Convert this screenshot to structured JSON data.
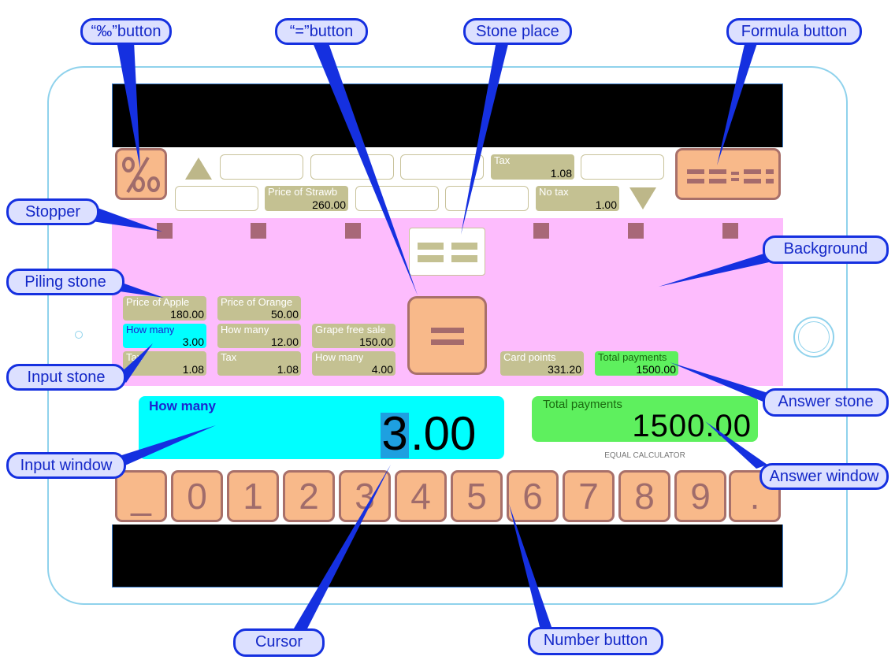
{
  "colors": {
    "accent": "#1530e0",
    "background_band": "#fdbcfd",
    "stone": "#c4c192",
    "input_stone": "#00ffff",
    "answer_stone": "#5ef05e",
    "button": "#f8b98a"
  },
  "icons": {
    "percent_mille": "per-mille-icon",
    "formula": "formula-icon",
    "equals": "equals-icon",
    "up": "triangle-up-icon",
    "down": "triangle-down-icon"
  },
  "formula_bar": {
    "row1": [
      {
        "label": "",
        "value": ""
      },
      {
        "label": "",
        "value": ""
      },
      {
        "label": "",
        "value": ""
      },
      {
        "label": "Tax",
        "value": "1.08"
      },
      {
        "label": "",
        "value": ""
      }
    ],
    "row2": [
      {
        "label": "",
        "value": ""
      },
      {
        "label": "Price of Strawb",
        "value": "260.00"
      },
      {
        "label": "",
        "value": ""
      },
      {
        "label": "",
        "value": ""
      },
      {
        "label": "No tax",
        "value": "1.00"
      }
    ]
  },
  "stones": {
    "col1": [
      {
        "label": "Price of Apple",
        "value": "180.00"
      },
      {
        "label": "How many",
        "value": "3.00"
      },
      {
        "label": "Tax",
        "value": "1.08"
      }
    ],
    "col2": [
      {
        "label": "Price of Orange",
        "value": "50.00"
      },
      {
        "label": "How many",
        "value": "12.00"
      },
      {
        "label": "Tax",
        "value": "1.08"
      }
    ],
    "col3": [
      {
        "label": "Grape free sale",
        "value": "150.00"
      },
      {
        "label": "How many",
        "value": "4.00"
      }
    ],
    "card_points": {
      "label": "Card points",
      "value": "331.20"
    },
    "total_payments": {
      "label": "Total payments",
      "value": "1500.00"
    }
  },
  "input_window": {
    "label": "How many",
    "cursor_digit": "3",
    "rest": ".00"
  },
  "answer_window": {
    "label": "Total payments",
    "value": "1500.00"
  },
  "app_name": "EQUAL CALCULATOR",
  "keys": [
    "_",
    "0",
    "1",
    "2",
    "3",
    "4",
    "5",
    "6",
    "7",
    "8",
    "9",
    "."
  ],
  "callouts": {
    "permille_button": "“‰”button",
    "equal_button": "“=”button",
    "stone_place": "Stone place",
    "formula_button": "Formula button",
    "stopper": "Stopper",
    "background": "Background",
    "piling_stone": "Piling stone",
    "input_stone": "Input stone",
    "answer_stone": "Answer stone",
    "input_window": "Input window",
    "answer_window": "Answer window",
    "cursor": "Cursor",
    "number_button": "Number button"
  }
}
